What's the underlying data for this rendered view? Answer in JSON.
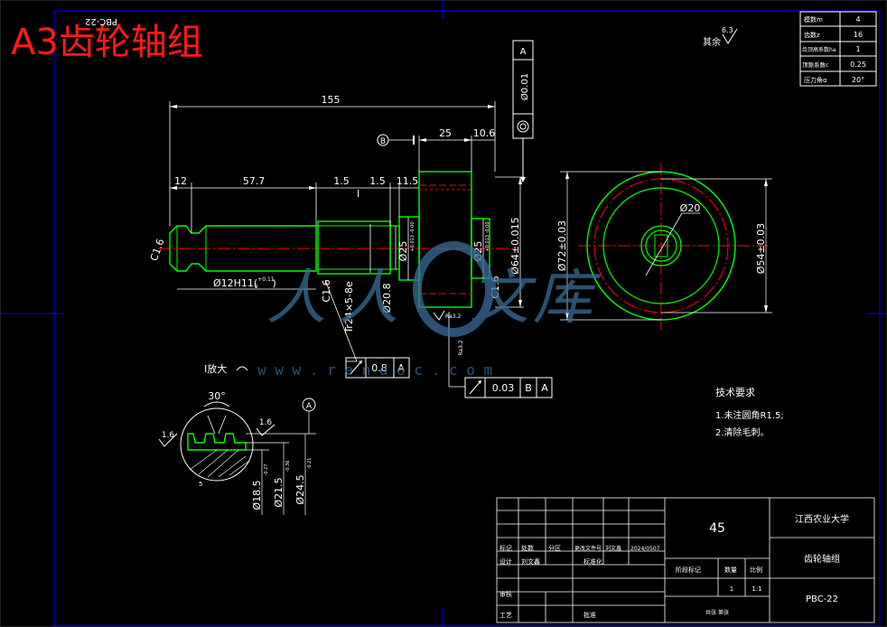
{
  "title": "A3齿轮轴组",
  "corner_code": "PBC-22",
  "watermark": {
    "chars": [
      "人",
      "人",
      "文",
      "库"
    ],
    "url": "w w w . r e n d o c . c o m"
  },
  "gear_params": [
    {
      "label": "模数m",
      "value": "4"
    },
    {
      "label": "齿数z",
      "value": "16"
    },
    {
      "label": "齿顶高系数ha",
      "value": "1"
    },
    {
      "label": "顶隙系数c",
      "value": "0.25"
    },
    {
      "label": "压力角α",
      "value": "20°"
    }
  ],
  "surface_note": {
    "label": "其余",
    "value": "6.3"
  },
  "datum_A_tol": "Ø0.01",
  "datum_A_letter": "A",
  "dims": {
    "d155": "155",
    "d25": "25",
    "d10_6": "10.6",
    "d12": "12",
    "d57_7": "57.7",
    "d1_5a": "1.5",
    "d1_5b": "1.5",
    "d11_5": "11.5",
    "label_I": "I",
    "c1_6_left": "C1.6",
    "c1_6_mid": "C1.6",
    "c1_6_right": "C1.6",
    "d12h11": "Ø12H11(",
    "d12h11_sup": "+0.11",
    "d12h11_sub": "0",
    "d12h11_end": ")",
    "thread": "Tr24×5-8e",
    "d20_8": "Ø20.8",
    "d25a": "Ø25",
    "d25a_tol": "+0.013 -0.00",
    "d25b": "Ø25",
    "d25b_tol": "+0.013 -0.00",
    "d64": "Ø64±0.015",
    "ra32_a": "Ra3.2",
    "ra32_b": "Ra3.2",
    "datum_B": "B",
    "d72": "Ø72±0.03",
    "d54": "Ø54±0.03",
    "d20": "Ø20"
  },
  "gdt1": {
    "tol": "0.8",
    "datum": "A"
  },
  "gdt2": {
    "tol": "0.03",
    "datum1": "B",
    "datum2": "A"
  },
  "detail": {
    "label": "I放大",
    "angle": "30°",
    "r1_6a": "1.6",
    "r1_6b": "1.6",
    "d18_5": "Ø18.5",
    "d18_5_tol": "-0.27",
    "d21_5": "Ø21.5",
    "d21_5_tol": "-0.36",
    "d24_5": "Ø24.5",
    "d24_5_tol": "-0.21",
    "datum_A": "A",
    "small_5": "5"
  },
  "tech_req": {
    "heading": "技术要求",
    "items": [
      "1.未注圆角R1.5;",
      "2.清除毛刺。"
    ]
  },
  "title_block": {
    "material": "45",
    "school": "江西农业大学",
    "part_name": "齿轮轴组",
    "drawing_no": "PBC-22",
    "row_labels": [
      "标记",
      "处数",
      "分区",
      "更改文件号",
      "刘文鑫",
      "2024/0507"
    ],
    "design": "设计",
    "designer": "刘文鑫",
    "standard": "标准化",
    "stage": "阶段标记",
    "quantity_label": "数量",
    "scale_label": "比例",
    "quantity": "1",
    "scale": "1:1",
    "review": "审核",
    "process": "工艺",
    "approve": "批准",
    "sheet_info": "共张  第张"
  },
  "colors": {
    "bg": "#000000",
    "green": "#00ff00",
    "white": "#ffffff",
    "red": "#ff0000",
    "blue": "#0000ff",
    "title_red": "#ff1a1a",
    "watermark": "#3a6e9a"
  }
}
